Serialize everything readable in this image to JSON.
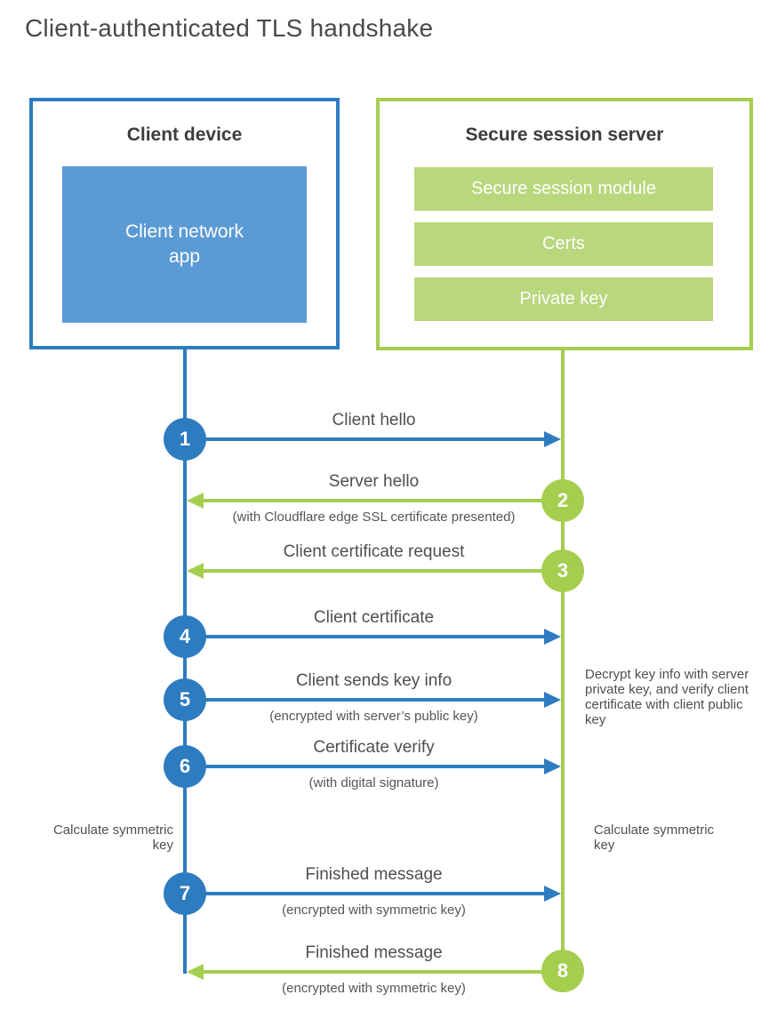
{
  "title": "Client-authenticated TLS handshake",
  "client": {
    "title": "Client device",
    "app_label": "Client network app"
  },
  "server": {
    "title": "Secure session server",
    "modules": [
      "Secure session module",
      "Certs",
      "Private key"
    ]
  },
  "steps": [
    {
      "num": "1",
      "label": "Client hello",
      "sublabel": "",
      "direction": "client-to-server"
    },
    {
      "num": "2",
      "label": "Server hello",
      "sublabel": "(with Cloudflare edge SSL certificate presented)",
      "direction": "server-to-client"
    },
    {
      "num": "3",
      "label": "Client certificate request",
      "sublabel": "",
      "direction": "server-to-client"
    },
    {
      "num": "4",
      "label": "Client certificate",
      "sublabel": "",
      "direction": "client-to-server"
    },
    {
      "num": "5",
      "label": "Client sends key info",
      "sublabel": "(encrypted with server’s public key)",
      "direction": "client-to-server"
    },
    {
      "num": "6",
      "label": "Certificate verify",
      "sublabel": "(with digital signature)",
      "direction": "client-to-server"
    },
    {
      "num": "7",
      "label": "Finished message",
      "sublabel": "(encrypted with symmetric key)",
      "direction": "client-to-server"
    },
    {
      "num": "8",
      "label": "Finished message",
      "sublabel": "(encrypted with symmetric key)",
      "direction": "server-to-client"
    }
  ],
  "annotations": {
    "decrypt_note": "Decrypt key info with server private key, and verify client certificate with client public key",
    "calc_left": "Calculate symmetric key",
    "calc_right": "Calculate symmetric key"
  },
  "colors": {
    "client_blue": "#2e7cc0",
    "client_fill_blue": "#5b9bd5",
    "server_green": "#a5ce4f",
    "server_fill_green": "#b9d77d",
    "heading_text": "#3d3d3d",
    "label_text": "#4f4f4f"
  }
}
